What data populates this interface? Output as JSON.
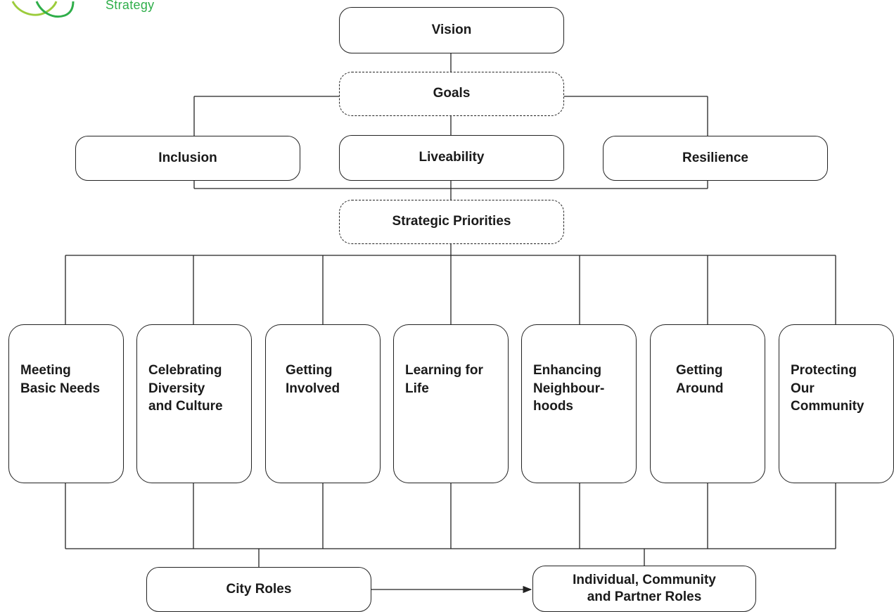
{
  "logo": {
    "text": "Strategy",
    "color": "#2fae4a"
  },
  "nodes": {
    "vision": "Vision",
    "goals": "Goals",
    "inclusion": "Inclusion",
    "liveability": "Liveability",
    "resilience": "Resilience",
    "strategic_priorities": "Strategic Priorities",
    "priorities": [
      "Meeting\nBasic Needs",
      "Celebrating\nDiversity\nand Culture",
      "Getting\nInvolved",
      "Learning for\nLife",
      "Enhancing\nNeighbour-\nhoods",
      "Getting\nAround",
      "Protecting\nOur\nCommunity"
    ],
    "city_roles": "City Roles",
    "partner_roles": "Individual, Community\nand Partner Roles"
  },
  "colors": {
    "line": "#222222",
    "background": "#ffffff"
  }
}
